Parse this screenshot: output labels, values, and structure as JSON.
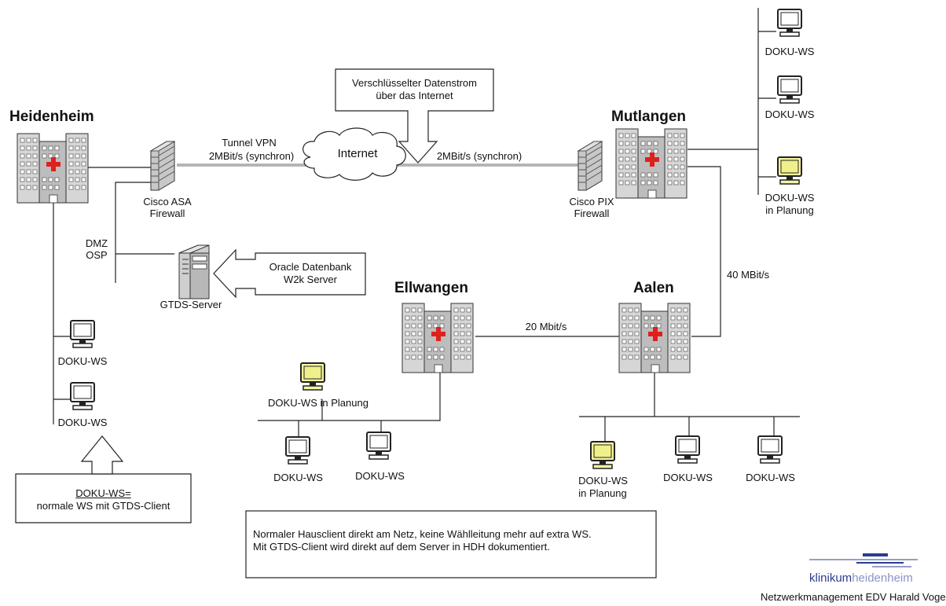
{
  "sites": {
    "heidenheim": "Heidenheim",
    "mutlangen": "Mutlangen",
    "ellwangen": "Ellwangen",
    "aalen": "Aalen"
  },
  "links": {
    "tunnel_line1": "Tunnel VPN",
    "tunnel_line2": "2MBit/s (synchron)",
    "mutlangen_link": "2MBit/s (synchron)",
    "internet": "Internet",
    "mutlangen_aalen": "40 MBit/s",
    "ellwangen_aalen": "20 Mbit/s"
  },
  "firewalls": {
    "asa_line1": "Cisco ASA",
    "asa_line2": "Firewall",
    "pix_line1": "Cisco PIX",
    "pix_line2": "Firewall"
  },
  "dmz": {
    "line1": "DMZ",
    "line2": "OSP"
  },
  "server": {
    "label": "GTDS-Server",
    "callout_line1": "Oracle Datenbank",
    "callout_line2": "W2k Server"
  },
  "encrypted_callout": {
    "line1": "Verschlüsselter Datenstrom",
    "line2": "über das Internet"
  },
  "workstations": {
    "doku_ws": "DOKU-WS",
    "in_planung": "in Planung",
    "doku_ws_in_planung": "DOKU-WS in Planung"
  },
  "definition": {
    "term": "DOKU-WS=",
    "desc": "normale WS mit GTDS-Client"
  },
  "note": {
    "line1": "Normaler Hausclient direkt am Netz, keine Wählleitung mehr auf extra WS.",
    "line2": "Mit GTDS-Client wird direkt auf dem Server in HDH dokumentiert."
  },
  "logo": {
    "part1": "klinikum",
    "part2": "heidenheim"
  },
  "credit": "Netzwerkmanagement EDV Harald Vogel",
  "colors": {
    "monitor_planned": "#f4f4a0",
    "monitor_normal": "#ffffff",
    "cross": "#e0201c",
    "building": "#cfcfcf"
  }
}
